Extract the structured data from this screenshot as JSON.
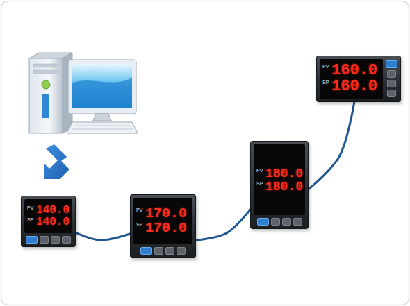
{
  "diagram": {
    "nodes": [
      {
        "text": [
          "PV",
          "140.0",
          "SP",
          "140.0"
        ]
      },
      {
        "text": [
          "PV",
          "170.0",
          "SP",
          "170.0"
        ]
      },
      {
        "text": [
          "PV",
          "180.0",
          "SP",
          "180.0"
        ]
      },
      {
        "text": [
          "PV",
          "160.0",
          "SP",
          "160.0"
        ]
      }
    ],
    "edges": [
      {
        "from": 0,
        "to": 1,
        "arrow": "none"
      },
      {
        "from": 1,
        "to": 2,
        "arrow": "none"
      },
      {
        "from": 2,
        "to": 3,
        "arrow": "none"
      }
    ]
  }
}
